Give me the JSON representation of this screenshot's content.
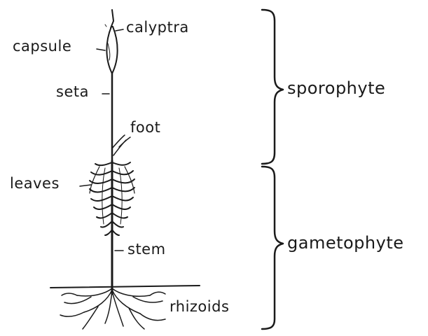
{
  "diagram": {
    "labels": {
      "calyptra": "calyptra",
      "capsule": "capsule",
      "seta": "seta",
      "foot": "foot",
      "leaves": "leaves",
      "stem": "stem",
      "rhizoids": "rhizoids"
    },
    "regions": {
      "sporophyte": "sporophyte",
      "gametophyte": "gametophyte"
    }
  }
}
